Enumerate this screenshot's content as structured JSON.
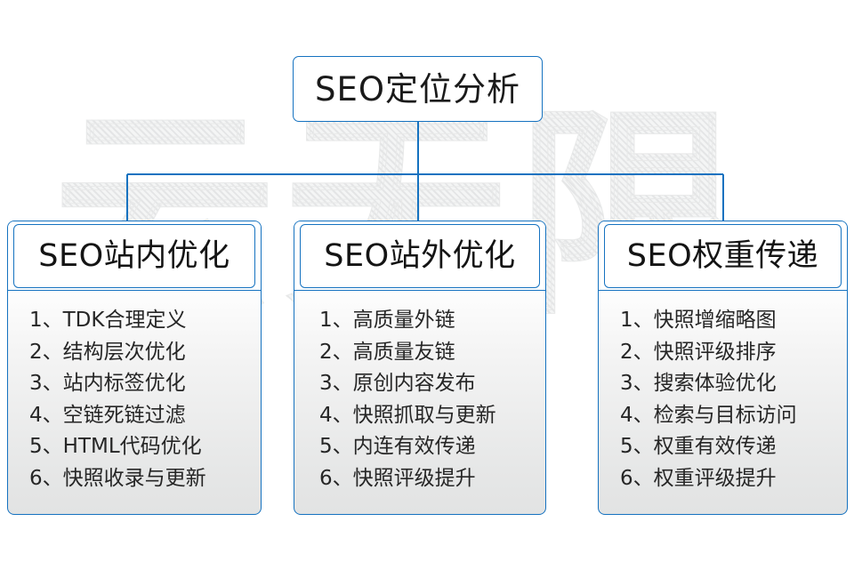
{
  "watermark": {
    "text": "云无限"
  },
  "colors": {
    "border_blue": "#1572c0",
    "text_dark": "#1a1a1a",
    "body_gradient_top": "#ffffff",
    "body_gradient_bottom": "#e2e3e3",
    "watermark_gray": "#e4e5e6"
  },
  "diagram": {
    "type": "org-tree",
    "root": {
      "label": "SEO定位分析"
    },
    "branches": [
      {
        "id": "on-page",
        "header": "SEO站内优化",
        "items": [
          "1、TDK合理定义",
          "2、结构层次优化",
          "3、站内标签优化",
          "4、空链死链过滤",
          "5、HTML代码优化",
          "6、快照收录与更新"
        ]
      },
      {
        "id": "off-page",
        "header": "SEO站外优化",
        "items": [
          "1、高质量外链",
          "2、高质量友链",
          "3、原创内容发布",
          "4、快照抓取与更新",
          "5、内连有效传递",
          "6、快照评级提升"
        ]
      },
      {
        "id": "weight-transfer",
        "header": "SEO权重传递",
        "items": [
          "1、快照增缩略图",
          "2、快照评级排序",
          "3、搜索体验优化",
          "4、检索与目标访问",
          "5、权重有效传递",
          "6、权重评级提升"
        ]
      }
    ]
  }
}
